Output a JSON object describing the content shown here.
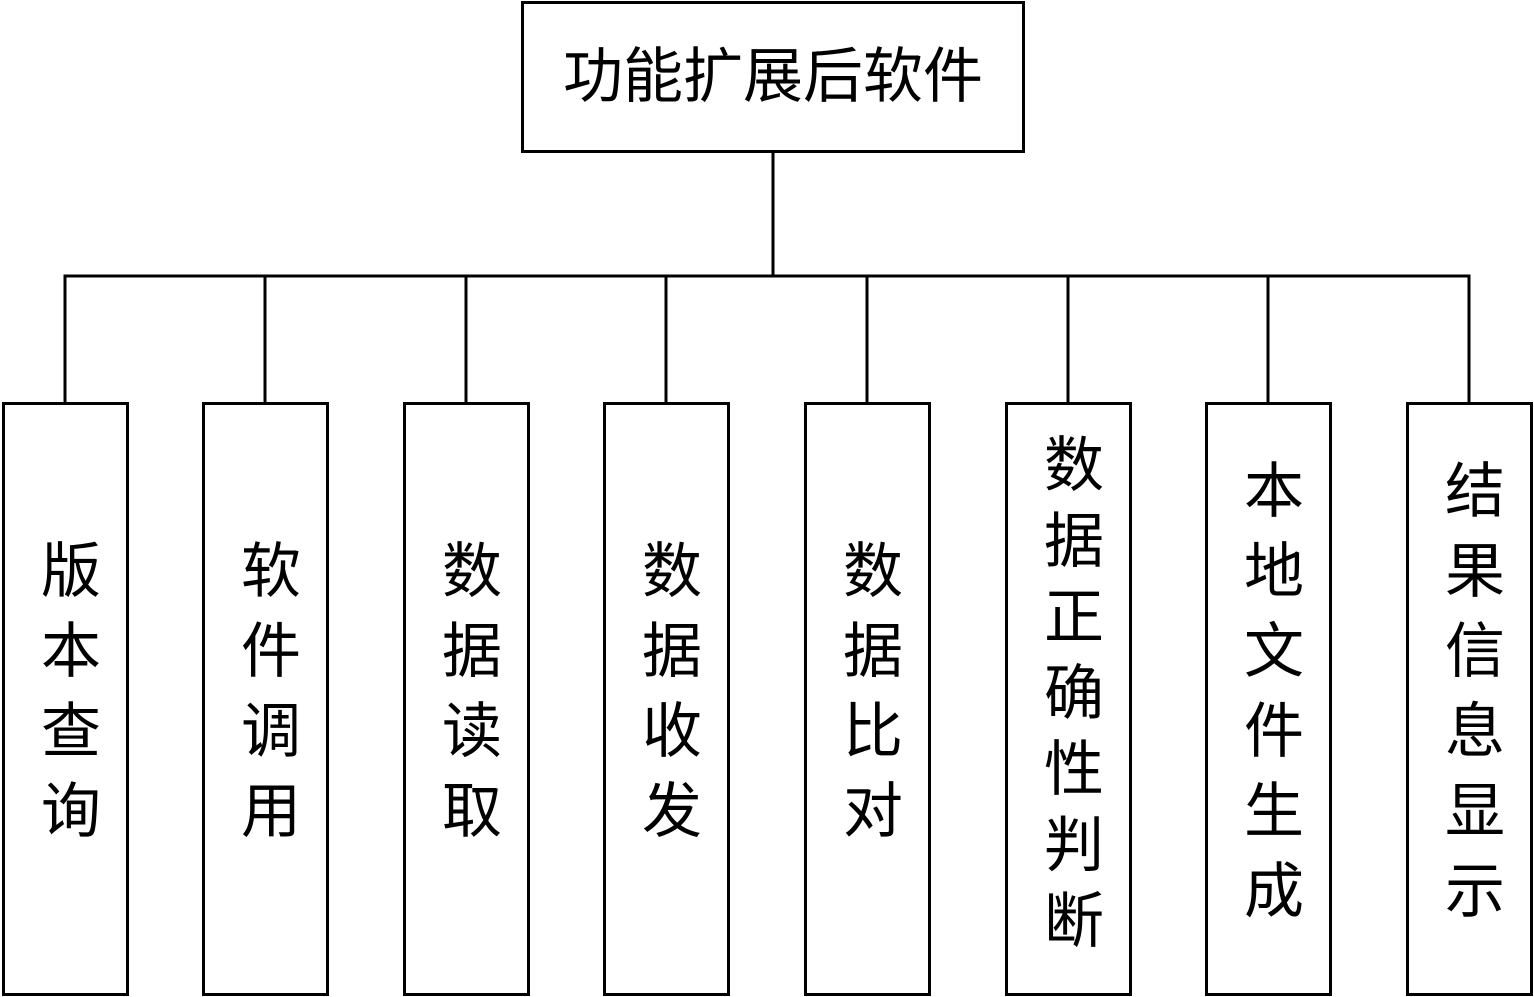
{
  "root": {
    "label": "功能扩展后软件"
  },
  "children": [
    {
      "label": "版本查询"
    },
    {
      "label": "软件调用"
    },
    {
      "label": "数据读取"
    },
    {
      "label": "数据收发"
    },
    {
      "label": "数据比对"
    },
    {
      "label": "数据正确性判断"
    },
    {
      "label": "本地文件生成"
    },
    {
      "label": "结果信息显示"
    }
  ],
  "colors": {
    "line": "#000000",
    "background": "#ffffff"
  }
}
